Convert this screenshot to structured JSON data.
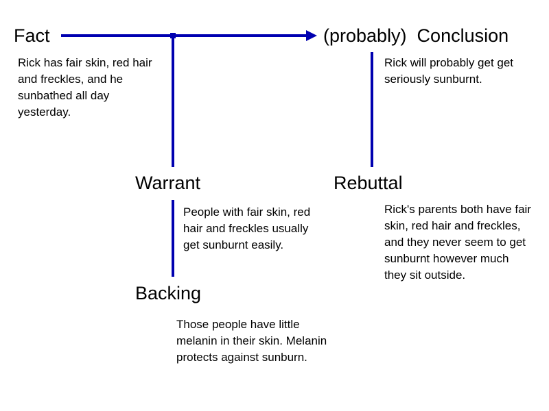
{
  "colors": {
    "line": "#0000b0",
    "text": "#000000",
    "background": "#ffffff"
  },
  "nodes": {
    "fact": {
      "heading": "Fact",
      "text": "Rick has fair skin, red hair and freckles, and he sunbathed all day yesterday."
    },
    "conclusion": {
      "heading": "(probably)  Conclusion",
      "text": "Rick will probably get get seriously sunburnt."
    },
    "warrant": {
      "heading": "Warrant",
      "text": "People with fair skin, red hair and freckles usually get sunburnt easily."
    },
    "rebuttal": {
      "heading": "Rebuttal",
      "text": "Rick's parents both have fair skin, red hair and freckles, and they never seem to get sunburnt however much they sit outside."
    },
    "backing": {
      "heading": "Backing",
      "text": "Those people have little melanin in their skin. Melanin protects against sunburn."
    }
  }
}
